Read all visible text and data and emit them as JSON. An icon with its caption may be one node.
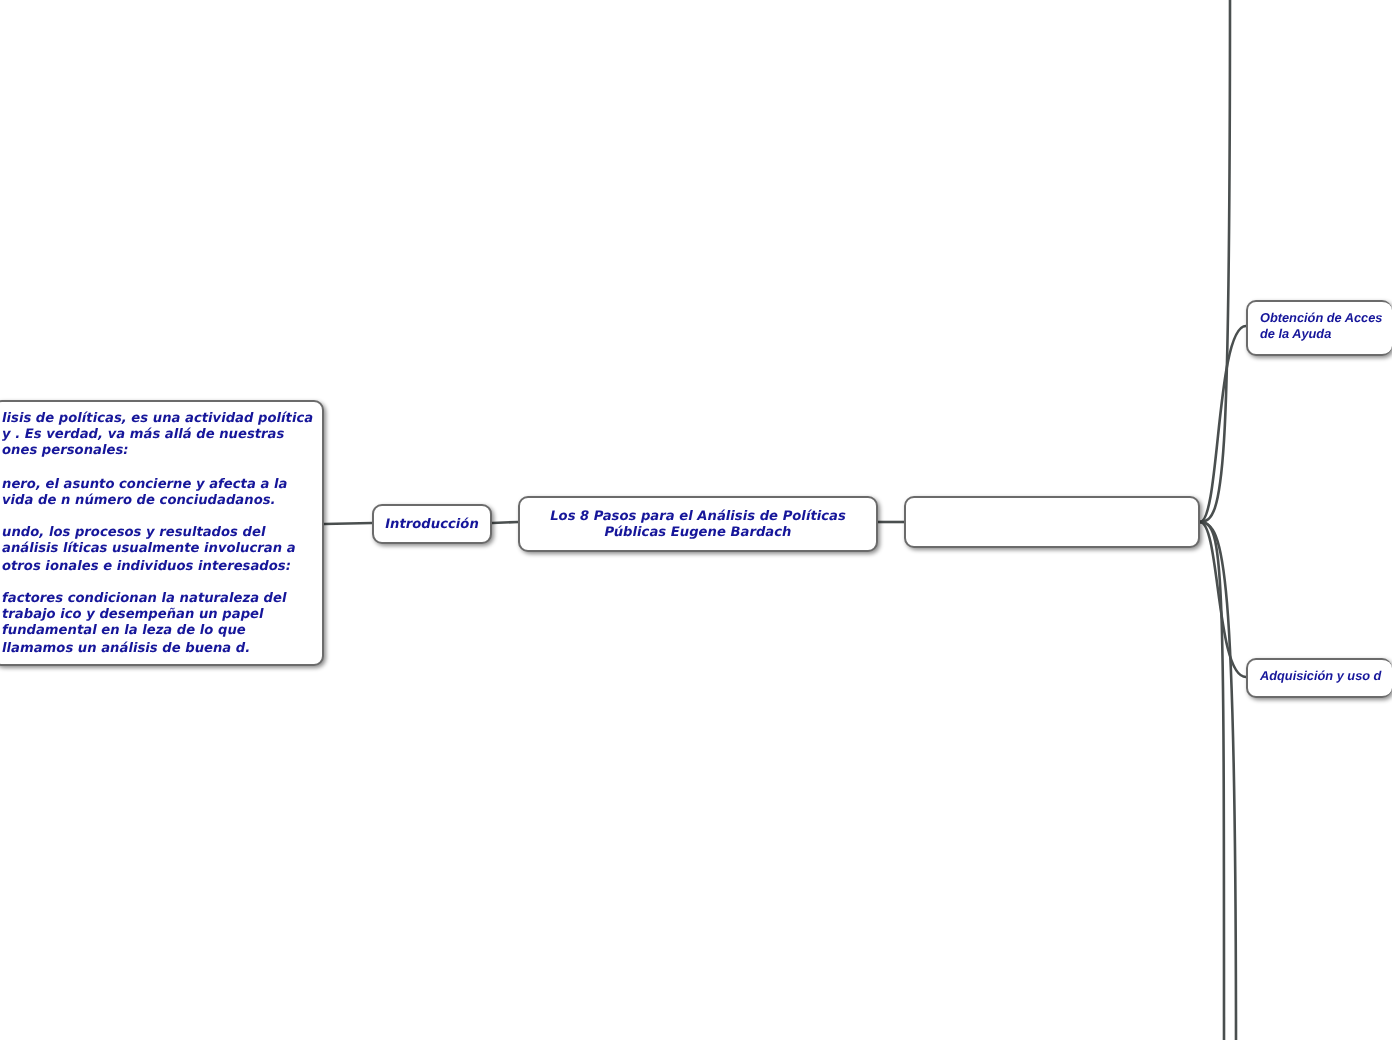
{
  "diagram": {
    "nodes": [
      {
        "text": [
          "lisis de políticas, es una actividad política y . Es verdad, va más allá de nuestras ones personales:",
          "nero, el asunto concierne y afecta a la vida de n número de conciudadanos.",
          "undo, los procesos y resultados del análisis líticas usualmente involucran a otros ionales e individuos interesados:",
          "factores condicionan la naturaleza del trabajo ico y desempeñan un papel fundamental en la leza de lo que llamamos un análisis de buena d."
        ]
      },
      {
        "text": [
          "Introducción"
        ]
      },
      {
        "text": [
          "Los 8 Pasos para el Análisis de Políticas Públicas Eugene Bardach"
        ]
      },
      {
        "text": [],
        "shape": "box"
      },
      {
        "text": [
          "Obtención de Acces de la Ayuda"
        ]
      },
      {
        "text": [
          "Adquisición y uso d"
        ]
      }
    ],
    "edges": [
      {
        "from": 1,
        "to": 0,
        "arrow": "none"
      },
      {
        "from": 1,
        "to": 2,
        "arrow": "none"
      },
      {
        "from": 2,
        "to": 3,
        "arrow": "none"
      },
      {
        "from": 3,
        "to": null,
        "arrow": "none"
      },
      {
        "from": 3,
        "to": 4,
        "arrow": "none"
      },
      {
        "from": 3,
        "to": 5,
        "arrow": "none"
      },
      {
        "from": 3,
        "to": null,
        "arrow": "none"
      },
      {
        "from": 3,
        "to": null,
        "arrow": "none"
      }
    ]
  }
}
